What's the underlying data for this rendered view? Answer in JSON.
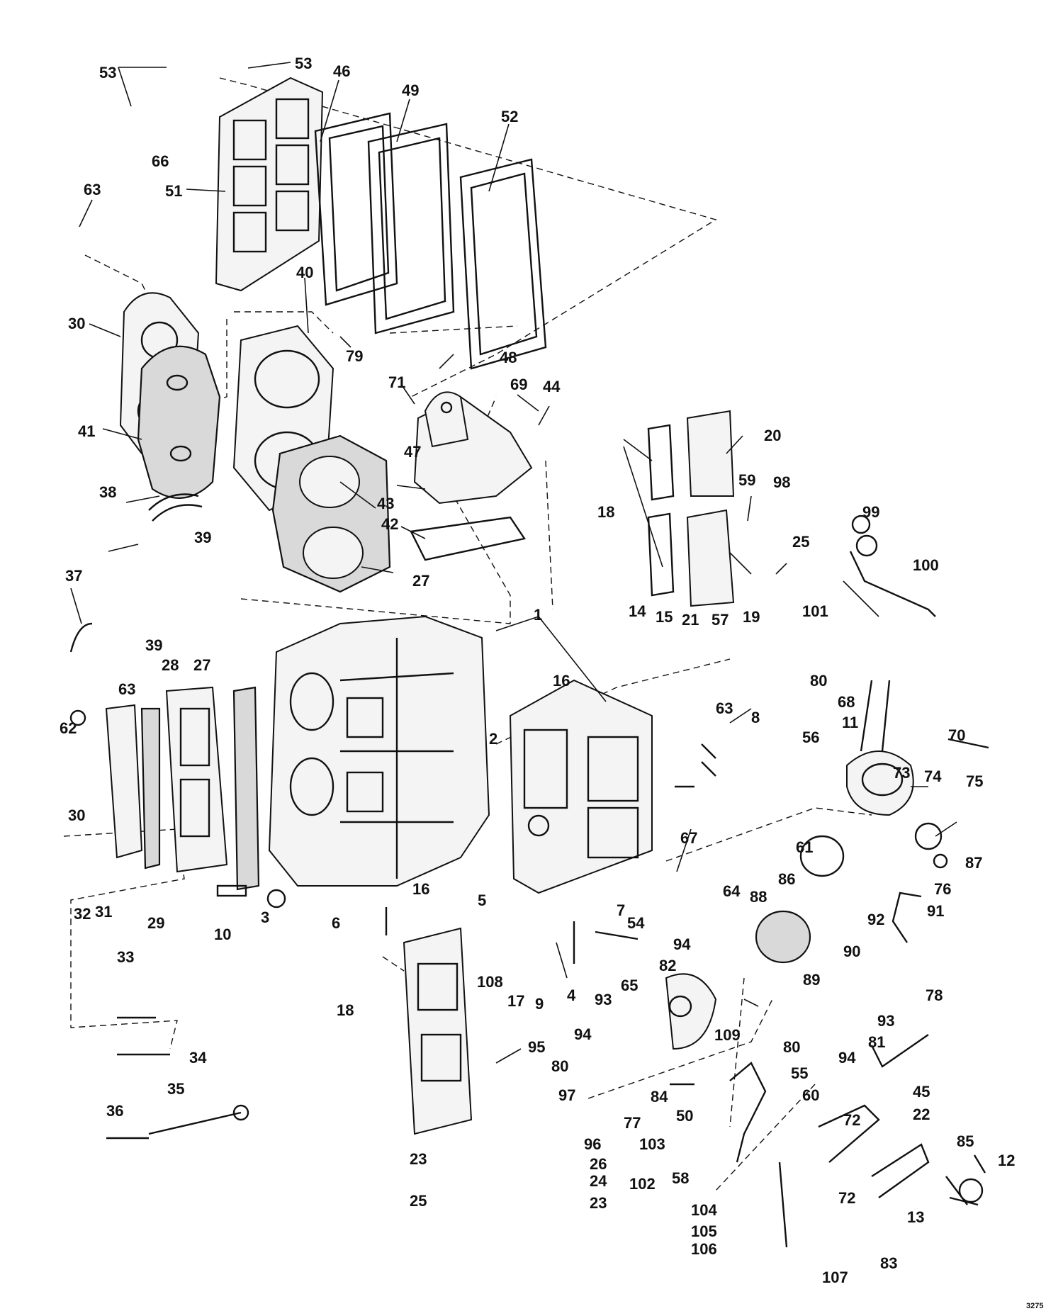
{
  "diagram": {
    "drawing_code": "3275",
    "callouts": {
      "1": "1",
      "2": "2",
      "3": "3",
      "4": "4",
      "5": "5",
      "6": "6",
      "7": "7",
      "8": "8",
      "9": "9",
      "10": "10",
      "11": "11",
      "12": "12",
      "13": "13",
      "14": "14",
      "15": "15",
      "16": "16",
      "17": "17",
      "18": "18",
      "19": "19",
      "20": "20",
      "21": "21",
      "22": "22",
      "23": "23",
      "24": "24",
      "25": "25",
      "26": "26",
      "27": "27",
      "28": "28",
      "29": "29",
      "30": "30",
      "31": "31",
      "32": "32",
      "33": "33",
      "34": "34",
      "35": "35",
      "36": "36",
      "37": "37",
      "38": "38",
      "39": "39",
      "40": "40",
      "41": "41",
      "42": "42",
      "43": "43",
      "44": "44",
      "45": "45",
      "46": "46",
      "47": "47",
      "48": "48",
      "49": "49",
      "50": "50",
      "51": "51",
      "52": "52",
      "53": "53",
      "54": "54",
      "55": "55",
      "56": "56",
      "57": "57",
      "58": "58",
      "59": "59",
      "60": "60",
      "61": "61",
      "62": "62",
      "63": "63",
      "64": "64",
      "65": "65",
      "66": "66",
      "67": "67",
      "68": "68",
      "69": "69",
      "70": "70",
      "71": "71",
      "72": "72",
      "73": "73",
      "74": "74",
      "75": "75",
      "76": "76",
      "77": "77",
      "78": "78",
      "79": "79",
      "80": "80",
      "81": "81",
      "82": "82",
      "83": "83",
      "84": "84",
      "85": "85",
      "86": "86",
      "87": "87",
      "88": "88",
      "89": "89",
      "90": "90",
      "91": "91",
      "92": "92",
      "93": "93",
      "94": "94",
      "95": "95",
      "96": "96",
      "97": "97",
      "98": "98",
      "99": "99",
      "100": "100",
      "101": "101",
      "102": "102",
      "103": "103",
      "104": "104",
      "105": "105",
      "106": "106",
      "107": "107",
      "108": "108",
      "109": "109"
    }
  }
}
